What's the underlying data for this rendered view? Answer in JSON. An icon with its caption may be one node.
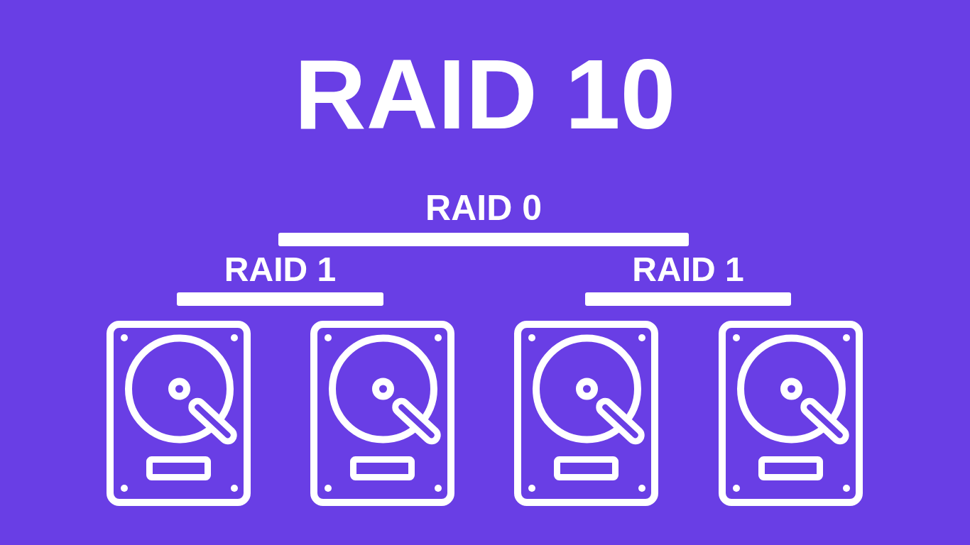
{
  "diagram": {
    "title": "RAID 10",
    "nodes": [
      {
        "text": [
          "RAID 0"
        ]
      },
      {
        "text": [
          "RAID 1"
        ]
      },
      {
        "text": [
          "RAID 1"
        ]
      },
      {
        "text": [],
        "shape": "picture"
      },
      {
        "text": [],
        "shape": "picture"
      },
      {
        "text": [],
        "shape": "picture"
      },
      {
        "text": [],
        "shape": "picture"
      }
    ]
  }
}
